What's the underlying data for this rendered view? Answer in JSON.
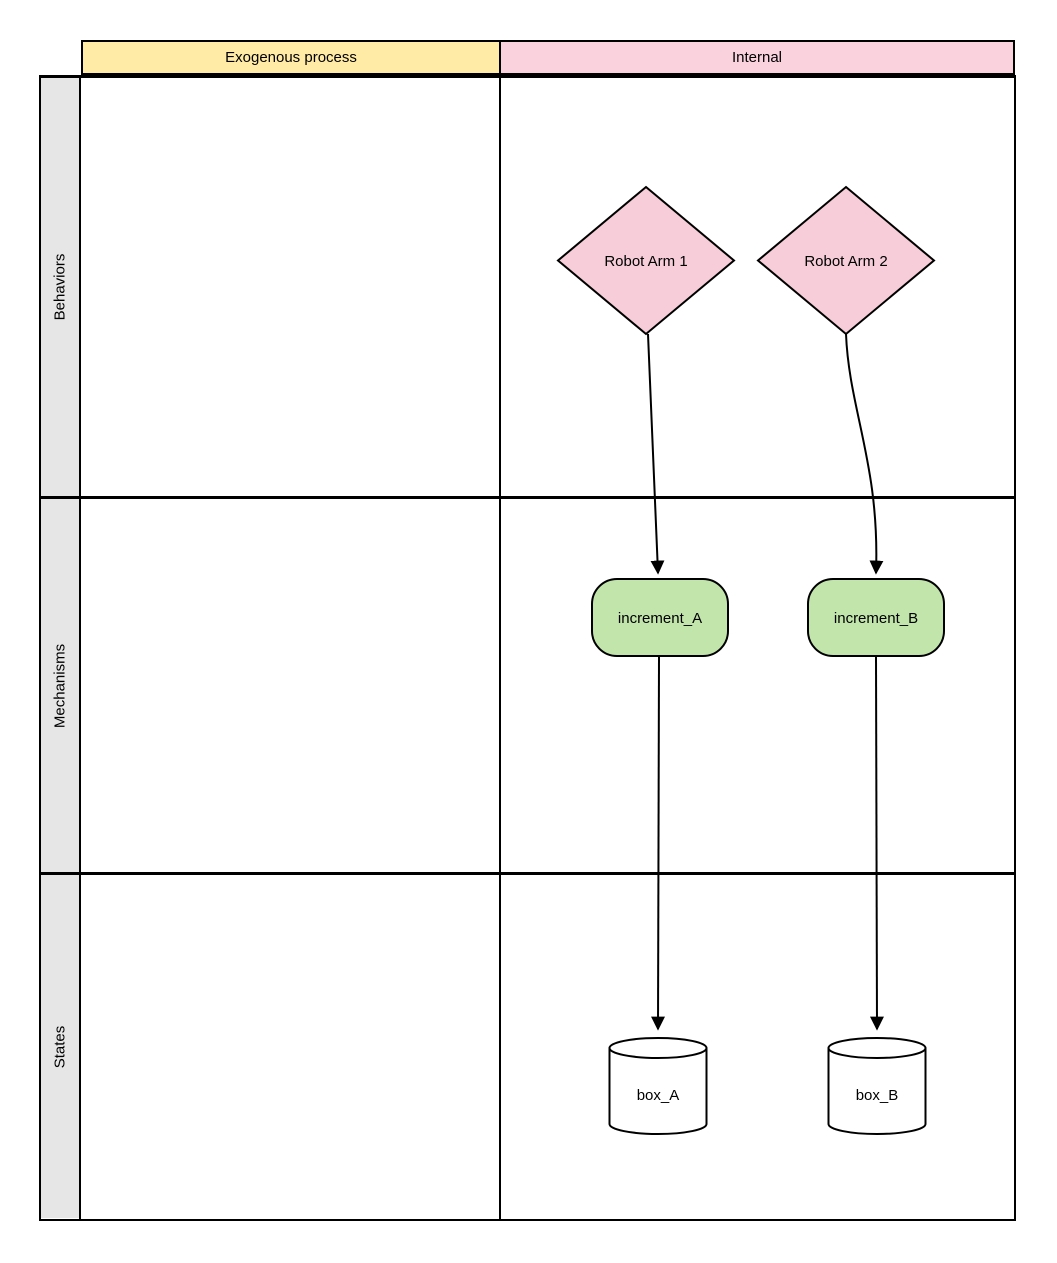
{
  "header": {
    "columns": [
      {
        "label": "Exogenous process",
        "color": "#ffeba6"
      },
      {
        "label": "Internal",
        "color": "#f9d2de"
      }
    ]
  },
  "lanes": [
    {
      "label": "Behaviors"
    },
    {
      "label": "Mechanisms"
    },
    {
      "label": "States"
    }
  ],
  "nodes": {
    "behaviors": [
      {
        "label": "Robot Arm 1",
        "shape": "diamond",
        "fill": "#f6cdd9",
        "column": "Internal"
      },
      {
        "label": "Robot Arm 2",
        "shape": "diamond",
        "fill": "#f6cdd9",
        "column": "Internal"
      }
    ],
    "mechanisms": [
      {
        "label": "increment_A",
        "shape": "rounded-rectangle",
        "fill": "#c2e5ac",
        "column": "Internal"
      },
      {
        "label": "increment_B",
        "shape": "rounded-rectangle",
        "fill": "#c2e5ac",
        "column": "Internal"
      }
    ],
    "states": [
      {
        "label": "box_A",
        "shape": "cylinder",
        "fill": "#ffffff",
        "column": "Internal"
      },
      {
        "label": "box_B",
        "shape": "cylinder",
        "fill": "#ffffff",
        "column": "Internal"
      }
    ]
  },
  "edges": [
    {
      "from": "Robot Arm 1",
      "to": "increment_A",
      "style": "curved-arrow"
    },
    {
      "from": "Robot Arm 2",
      "to": "increment_B",
      "style": "curved-arrow"
    },
    {
      "from": "increment_A",
      "to": "box_A",
      "style": "straight-arrow"
    },
    {
      "from": "increment_B",
      "to": "box_B",
      "style": "straight-arrow"
    }
  ],
  "colors": {
    "lane_label_bg": "#e6e6e6",
    "border": "#000000",
    "background": "#ffffff"
  }
}
